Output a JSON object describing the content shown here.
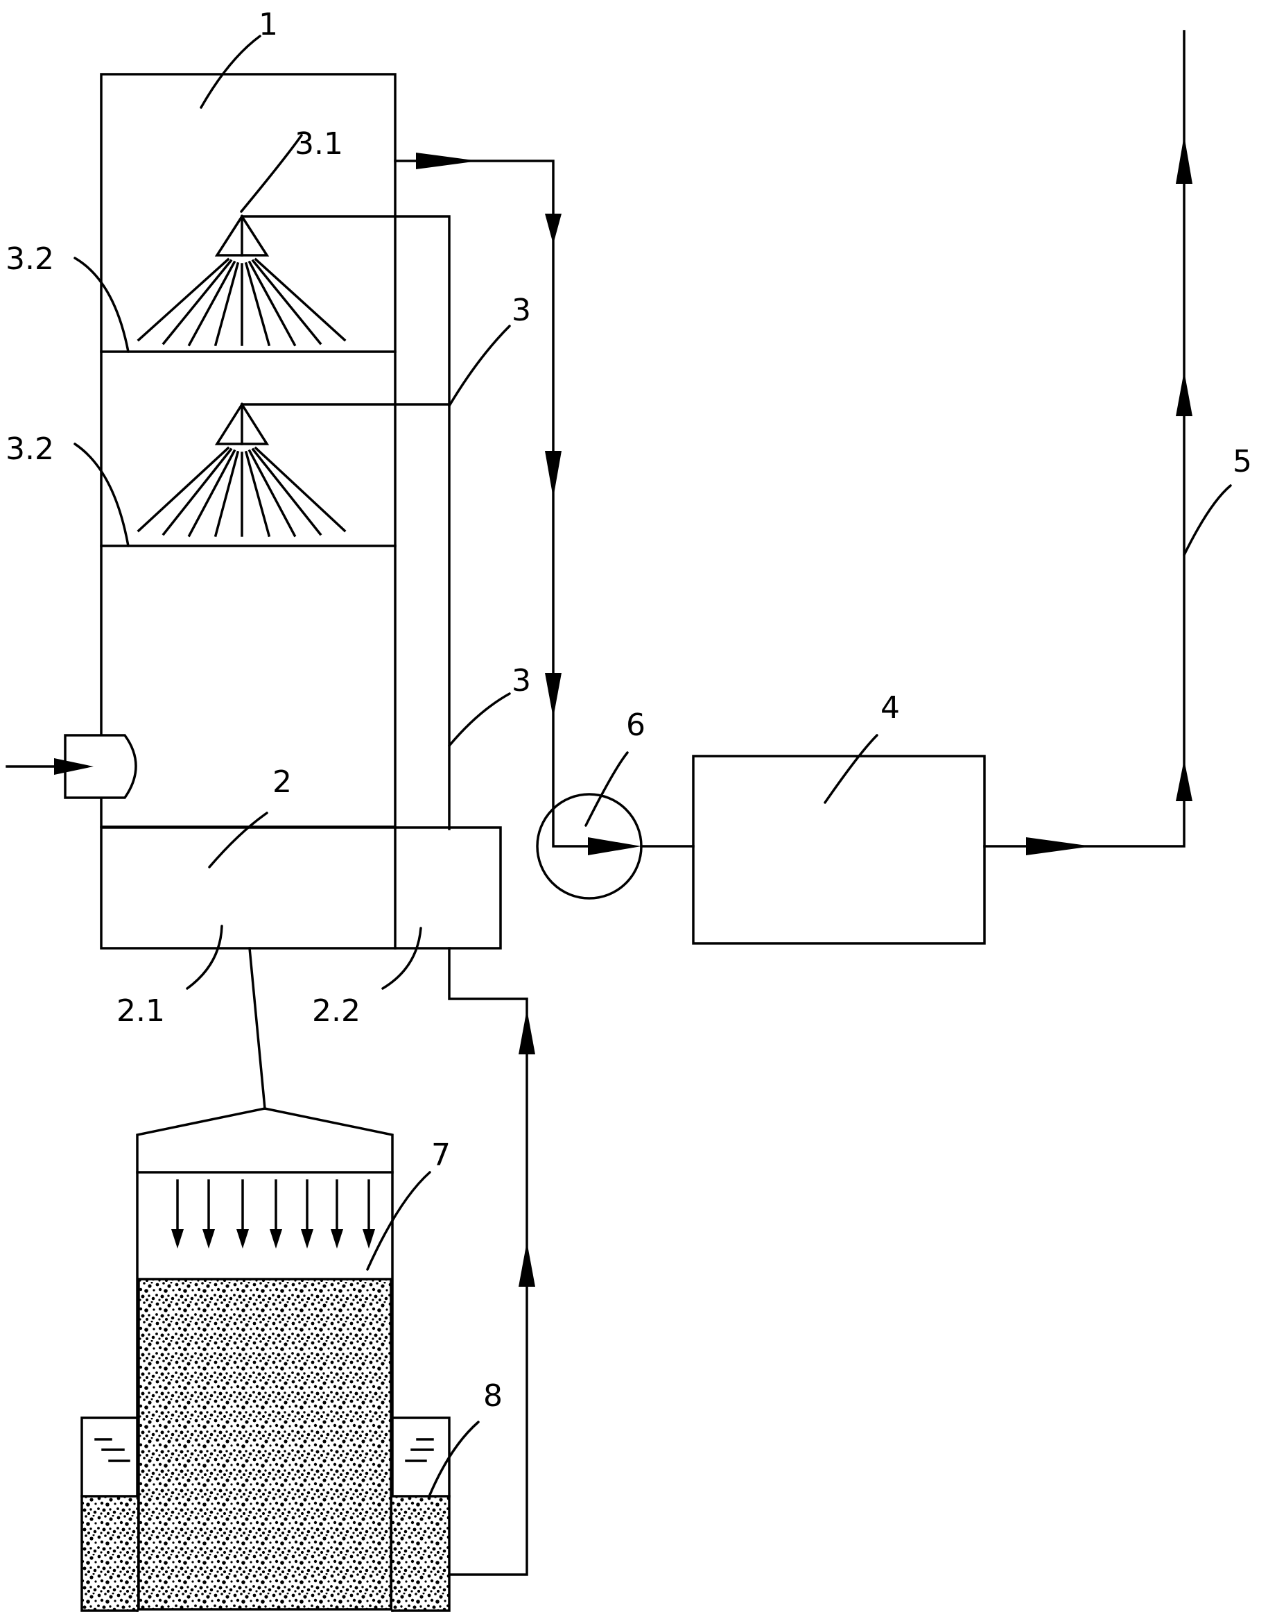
{
  "labels": {
    "l1": "1",
    "l2": "2",
    "l2_1": "2.1",
    "l2_2": "2.2",
    "l3_upper": "3",
    "l3_lower": "3",
    "l3_1": "3.1",
    "l3_2_upper": "3.2",
    "l3_2_lower": "3.2",
    "l4": "4",
    "l5": "5",
    "l6": "6",
    "l7": "7",
    "l8": "8"
  },
  "colors": {
    "line": "#000000",
    "background": "#ffffff"
  }
}
